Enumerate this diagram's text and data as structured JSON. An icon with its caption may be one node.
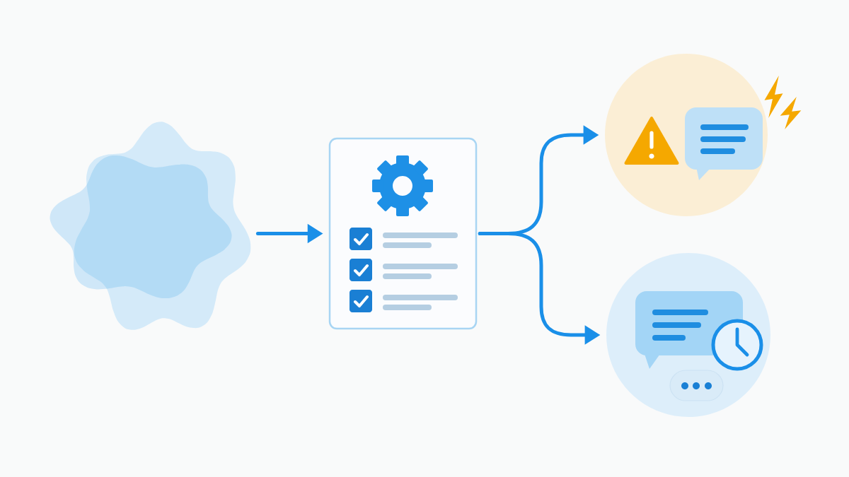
{
  "diagram": {
    "nodes": [
      {
        "text": [],
        "shape": "cloud"
      },
      {
        "text": [],
        "shape": "box"
      },
      {
        "text": [],
        "shape": "circle"
      },
      {
        "text": [],
        "shape": "circle"
      }
    ],
    "edges": [
      {
        "from": 0,
        "to": 1,
        "arrow": "to"
      },
      {
        "from": 1,
        "to": 2,
        "arrow": "to"
      },
      {
        "from": 1,
        "to": 3,
        "arrow": "to"
      }
    ]
  }
}
